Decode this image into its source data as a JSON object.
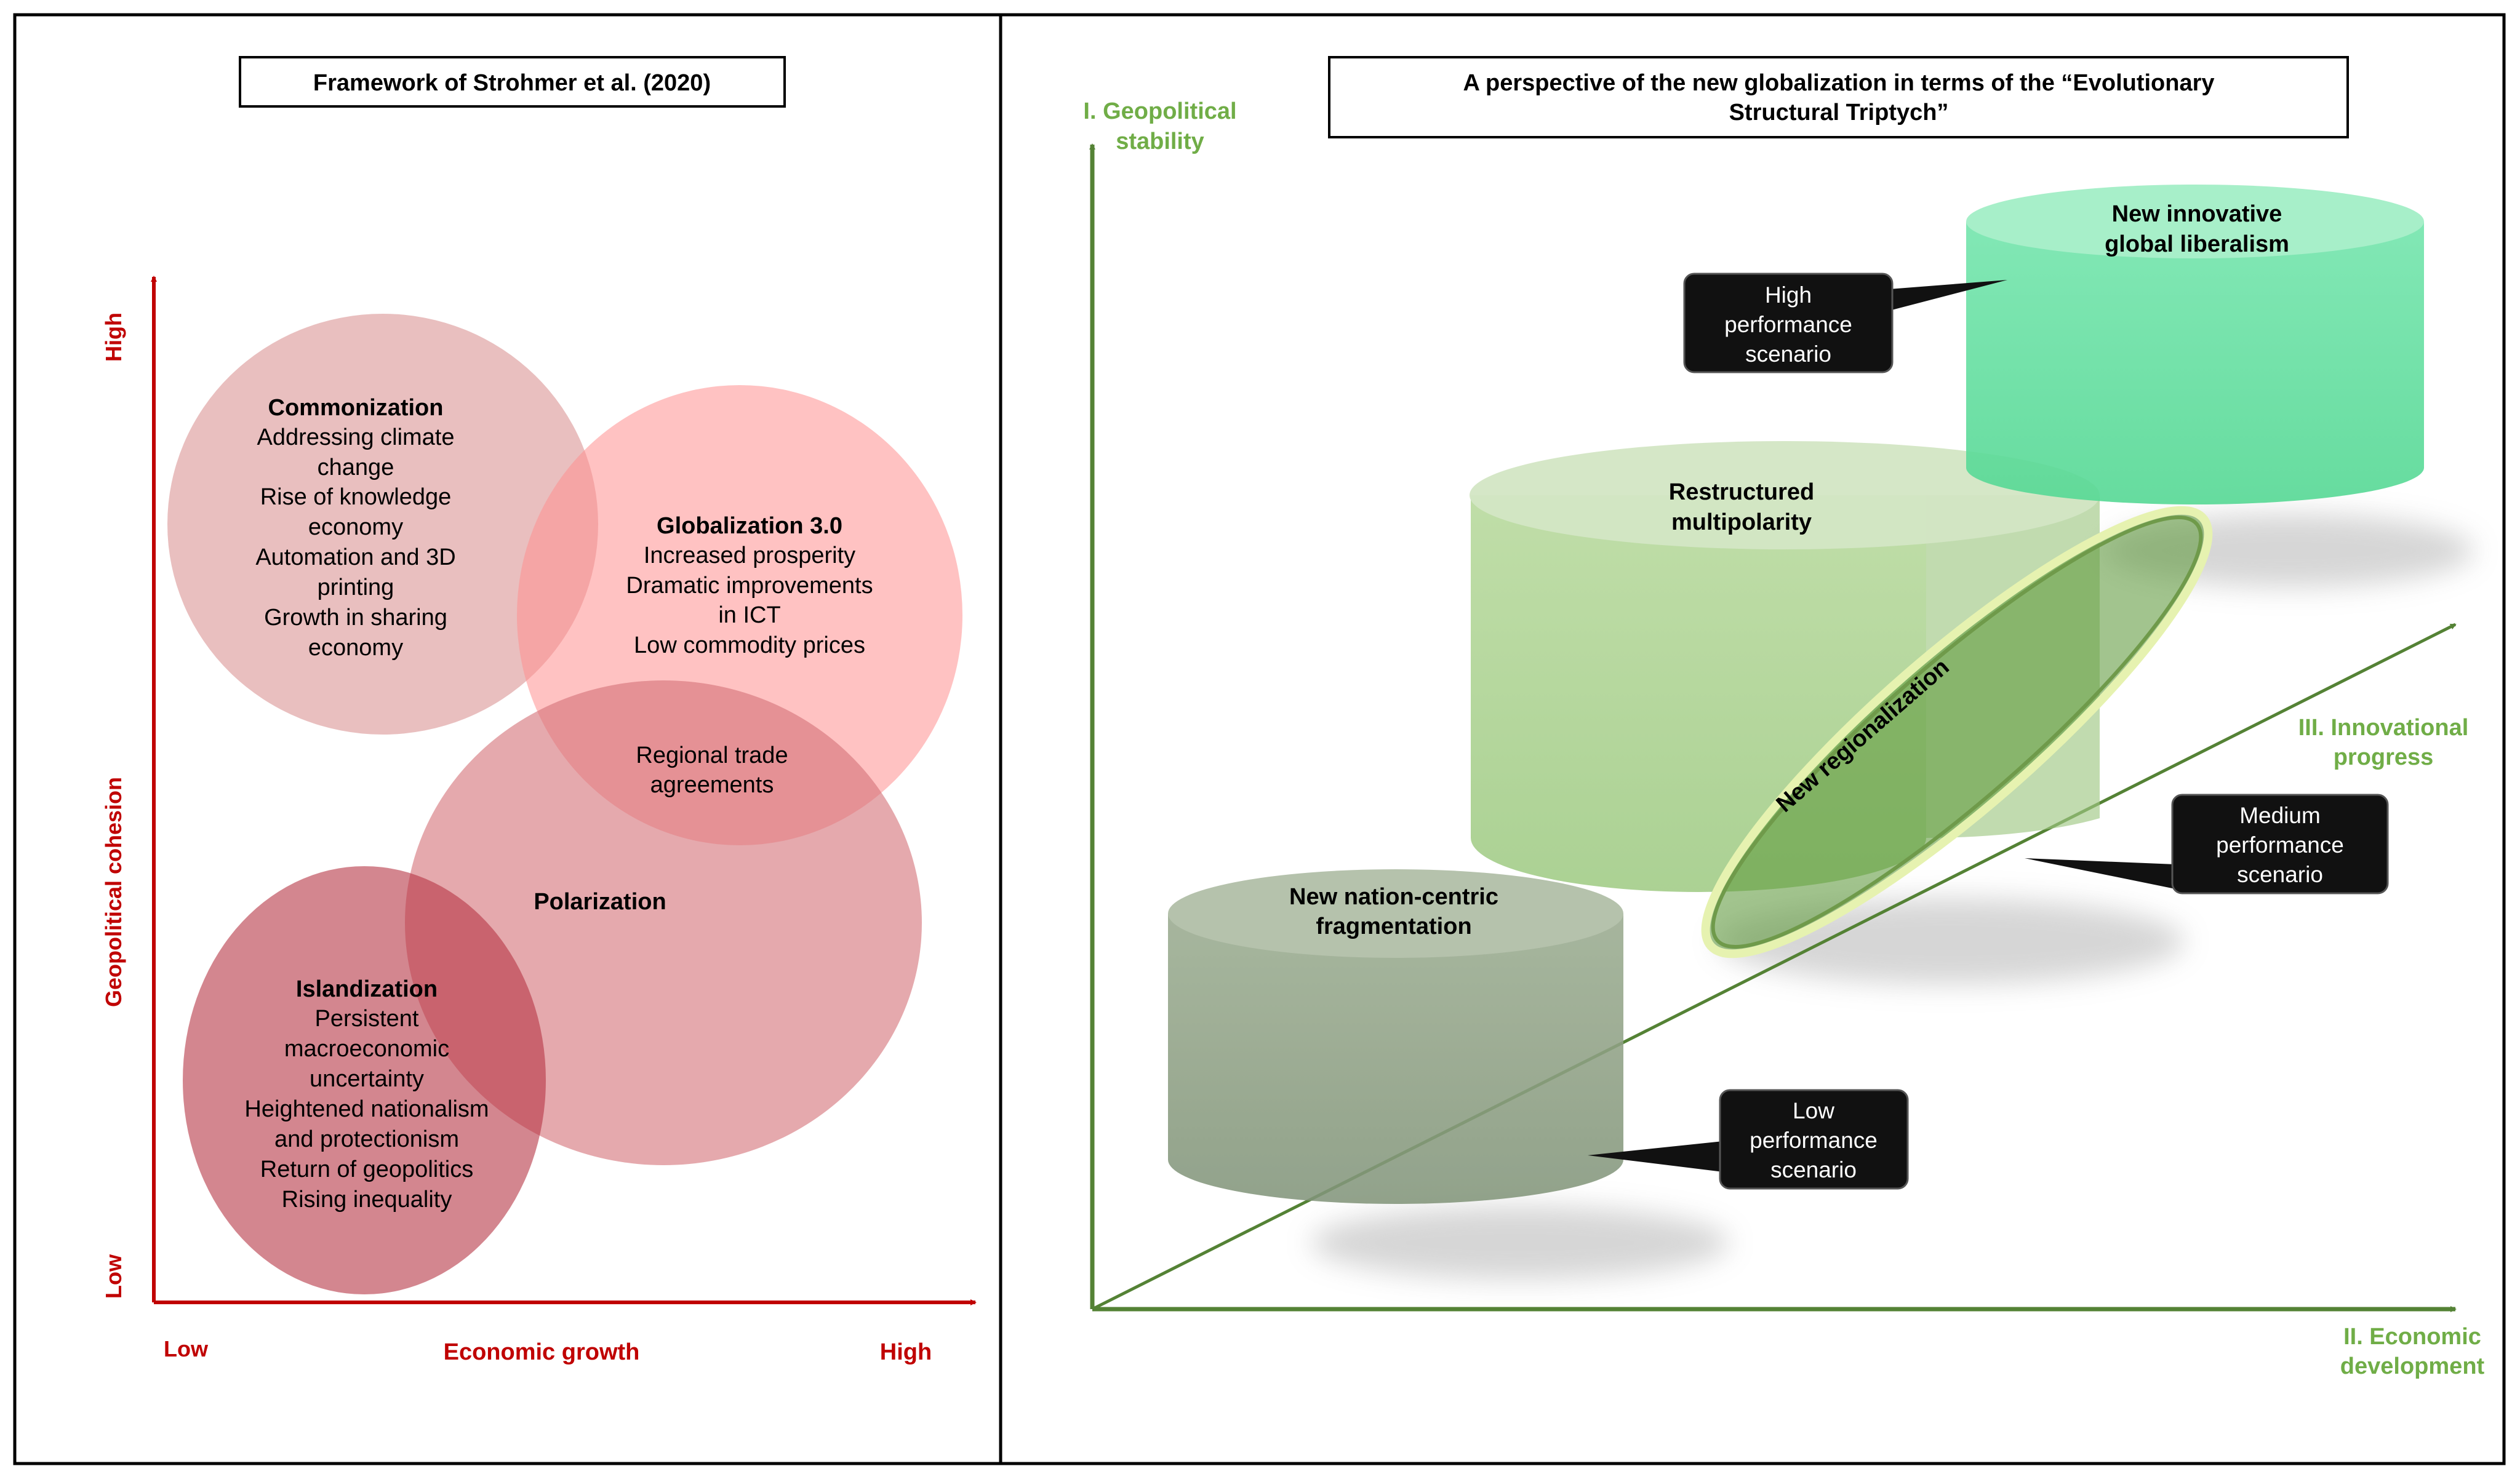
{
  "left": {
    "title": "Framework of Strohmer et al. (2020)",
    "y_axis": {
      "label": "Geopolitical cohesion",
      "low": "Low",
      "high": "High"
    },
    "x_axis": {
      "label": "Economic growth",
      "low": "Low",
      "high": "High"
    },
    "circles": {
      "commonization": {
        "title": "Commonization",
        "lines": [
          "Addressing climate",
          "change",
          "Rise of knowledge",
          "economy",
          "Automation and 3D",
          "printing",
          "Growth in sharing",
          "economy"
        ]
      },
      "globalization": {
        "title": "Globalization 3.0",
        "lines": [
          "Increased prosperity",
          "Dramatic improvements",
          "in ICT",
          "Low commodity prices"
        ]
      },
      "polarization": {
        "title": "Polarization",
        "lines": [
          "Regional trade",
          "agreements"
        ]
      },
      "islandization": {
        "title": "Islandization",
        "lines": [
          "Persistent",
          "macroeconomic",
          "uncertainty",
          "Heightened nationalism",
          "and protectionism",
          "Return of geopolitics",
          "Rising inequality"
        ]
      }
    },
    "colors": {
      "axis": "#c00000",
      "commonization": "#e6b3b3",
      "globalization": "#ffb3b3",
      "polarization": "#e29a9e",
      "islandization": "#c9606a"
    }
  },
  "right": {
    "title_line1": "A perspective of the new globalization in terms of the “Evolutionary",
    "title_line2": "Structural Triptych”",
    "axis_y": [
      "I. Geopolitical",
      "stability"
    ],
    "axis_x": [
      "II. Economic",
      "development"
    ],
    "axis_diag": [
      "III. Innovational",
      "progress"
    ],
    "cylinders": {
      "low": [
        "New nation-centric",
        "fragmentation"
      ],
      "medium": [
        "Restructured",
        "multipolarity"
      ],
      "high": [
        "New innovative",
        "global liberalism"
      ]
    },
    "ellipse_label": "New regionalization",
    "callouts": {
      "high": [
        "High",
        "performance",
        "scenario"
      ],
      "medium": [
        "Medium",
        "performance",
        "scenario"
      ],
      "low": [
        "Low",
        "performance",
        "scenario"
      ]
    },
    "colors": {
      "axis": "#548235",
      "axis_text": "#70ad47",
      "cyl_low": "#8a9c80",
      "cyl_med": "#a9cf8c",
      "cyl_high": "#5fdc9a",
      "callout_bg": "#111111"
    }
  }
}
